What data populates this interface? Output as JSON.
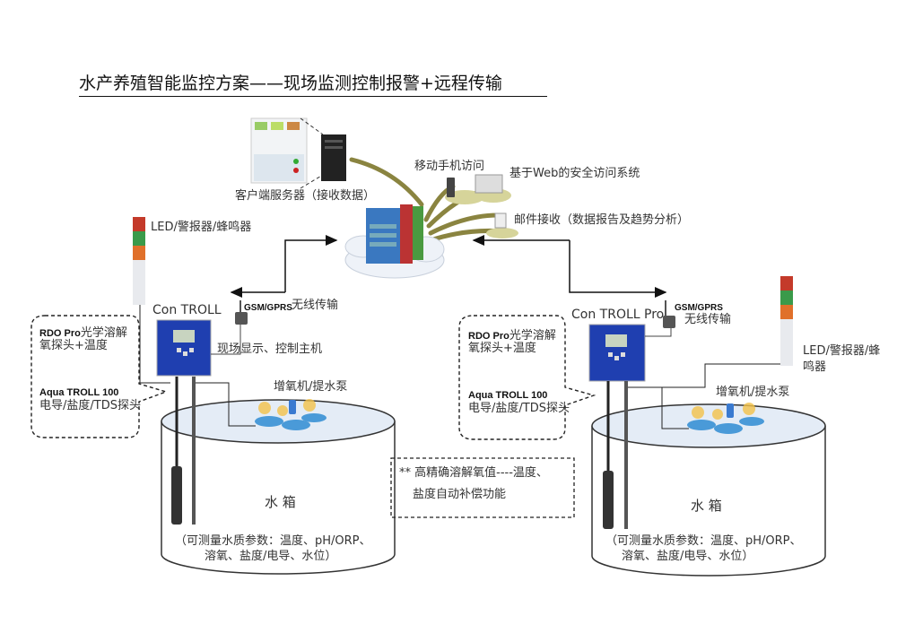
{
  "title": "水产养殖智能监控方案——现场监测控制报警+远程传输",
  "cloud": {
    "client_server": "客户端服务器（接收数据）",
    "mobile": "移动手机访问",
    "web": "基于Web的安全访问系统",
    "email": "邮件接收（数据报告及趋势分析）"
  },
  "left": {
    "alarm": "LED/警报器/蜂鸣器",
    "controller": "Con TROLL",
    "gsm": "GSM/GPRS",
    "wireless": "无线传输",
    "host": "现场显示、控制主机",
    "rdo_bold": "RDO Pro",
    "rdo_text": "光学溶解",
    "rdo_line2": "氧探头+温度",
    "aqua_bold": "Aqua TROLL 100",
    "aqua_line2": "电导/盐度/TDS探头",
    "aerator": "增氧机/提水泵",
    "tank": "水 箱",
    "params1": "（可测量水质参数：温度、pH/ORP、",
    "params2": "溶氧、盐度/电导、水位）"
  },
  "note": {
    "line1": "** 高精确溶解氧值----温度、",
    "line2": "盐度自动补偿功能"
  },
  "right": {
    "alarm1": "LED/警报器/蜂",
    "alarm2": "鸣器",
    "controller": "Con TROLL Pro",
    "gsm": "GSM/GPRS",
    "wireless": "无线传输",
    "rdo_bold": "RDO Pro",
    "rdo_text": "光学溶解",
    "rdo_line2": "氧探头+温度",
    "aqua_bold": "Aqua TROLL 100",
    "aqua_line2": "电导/盐度/TDS探头",
    "aerator": "增氧机/提水泵",
    "tank": "水 箱",
    "params1": "（可测量水质参数：温度、pH/ORP、",
    "params2": "溶氧、盐度/电导、水位）"
  },
  "colors": {
    "controller_blue": "#1f3fb0",
    "link_olive": "#8a8440",
    "tank_top": "#e4ecf6"
  }
}
